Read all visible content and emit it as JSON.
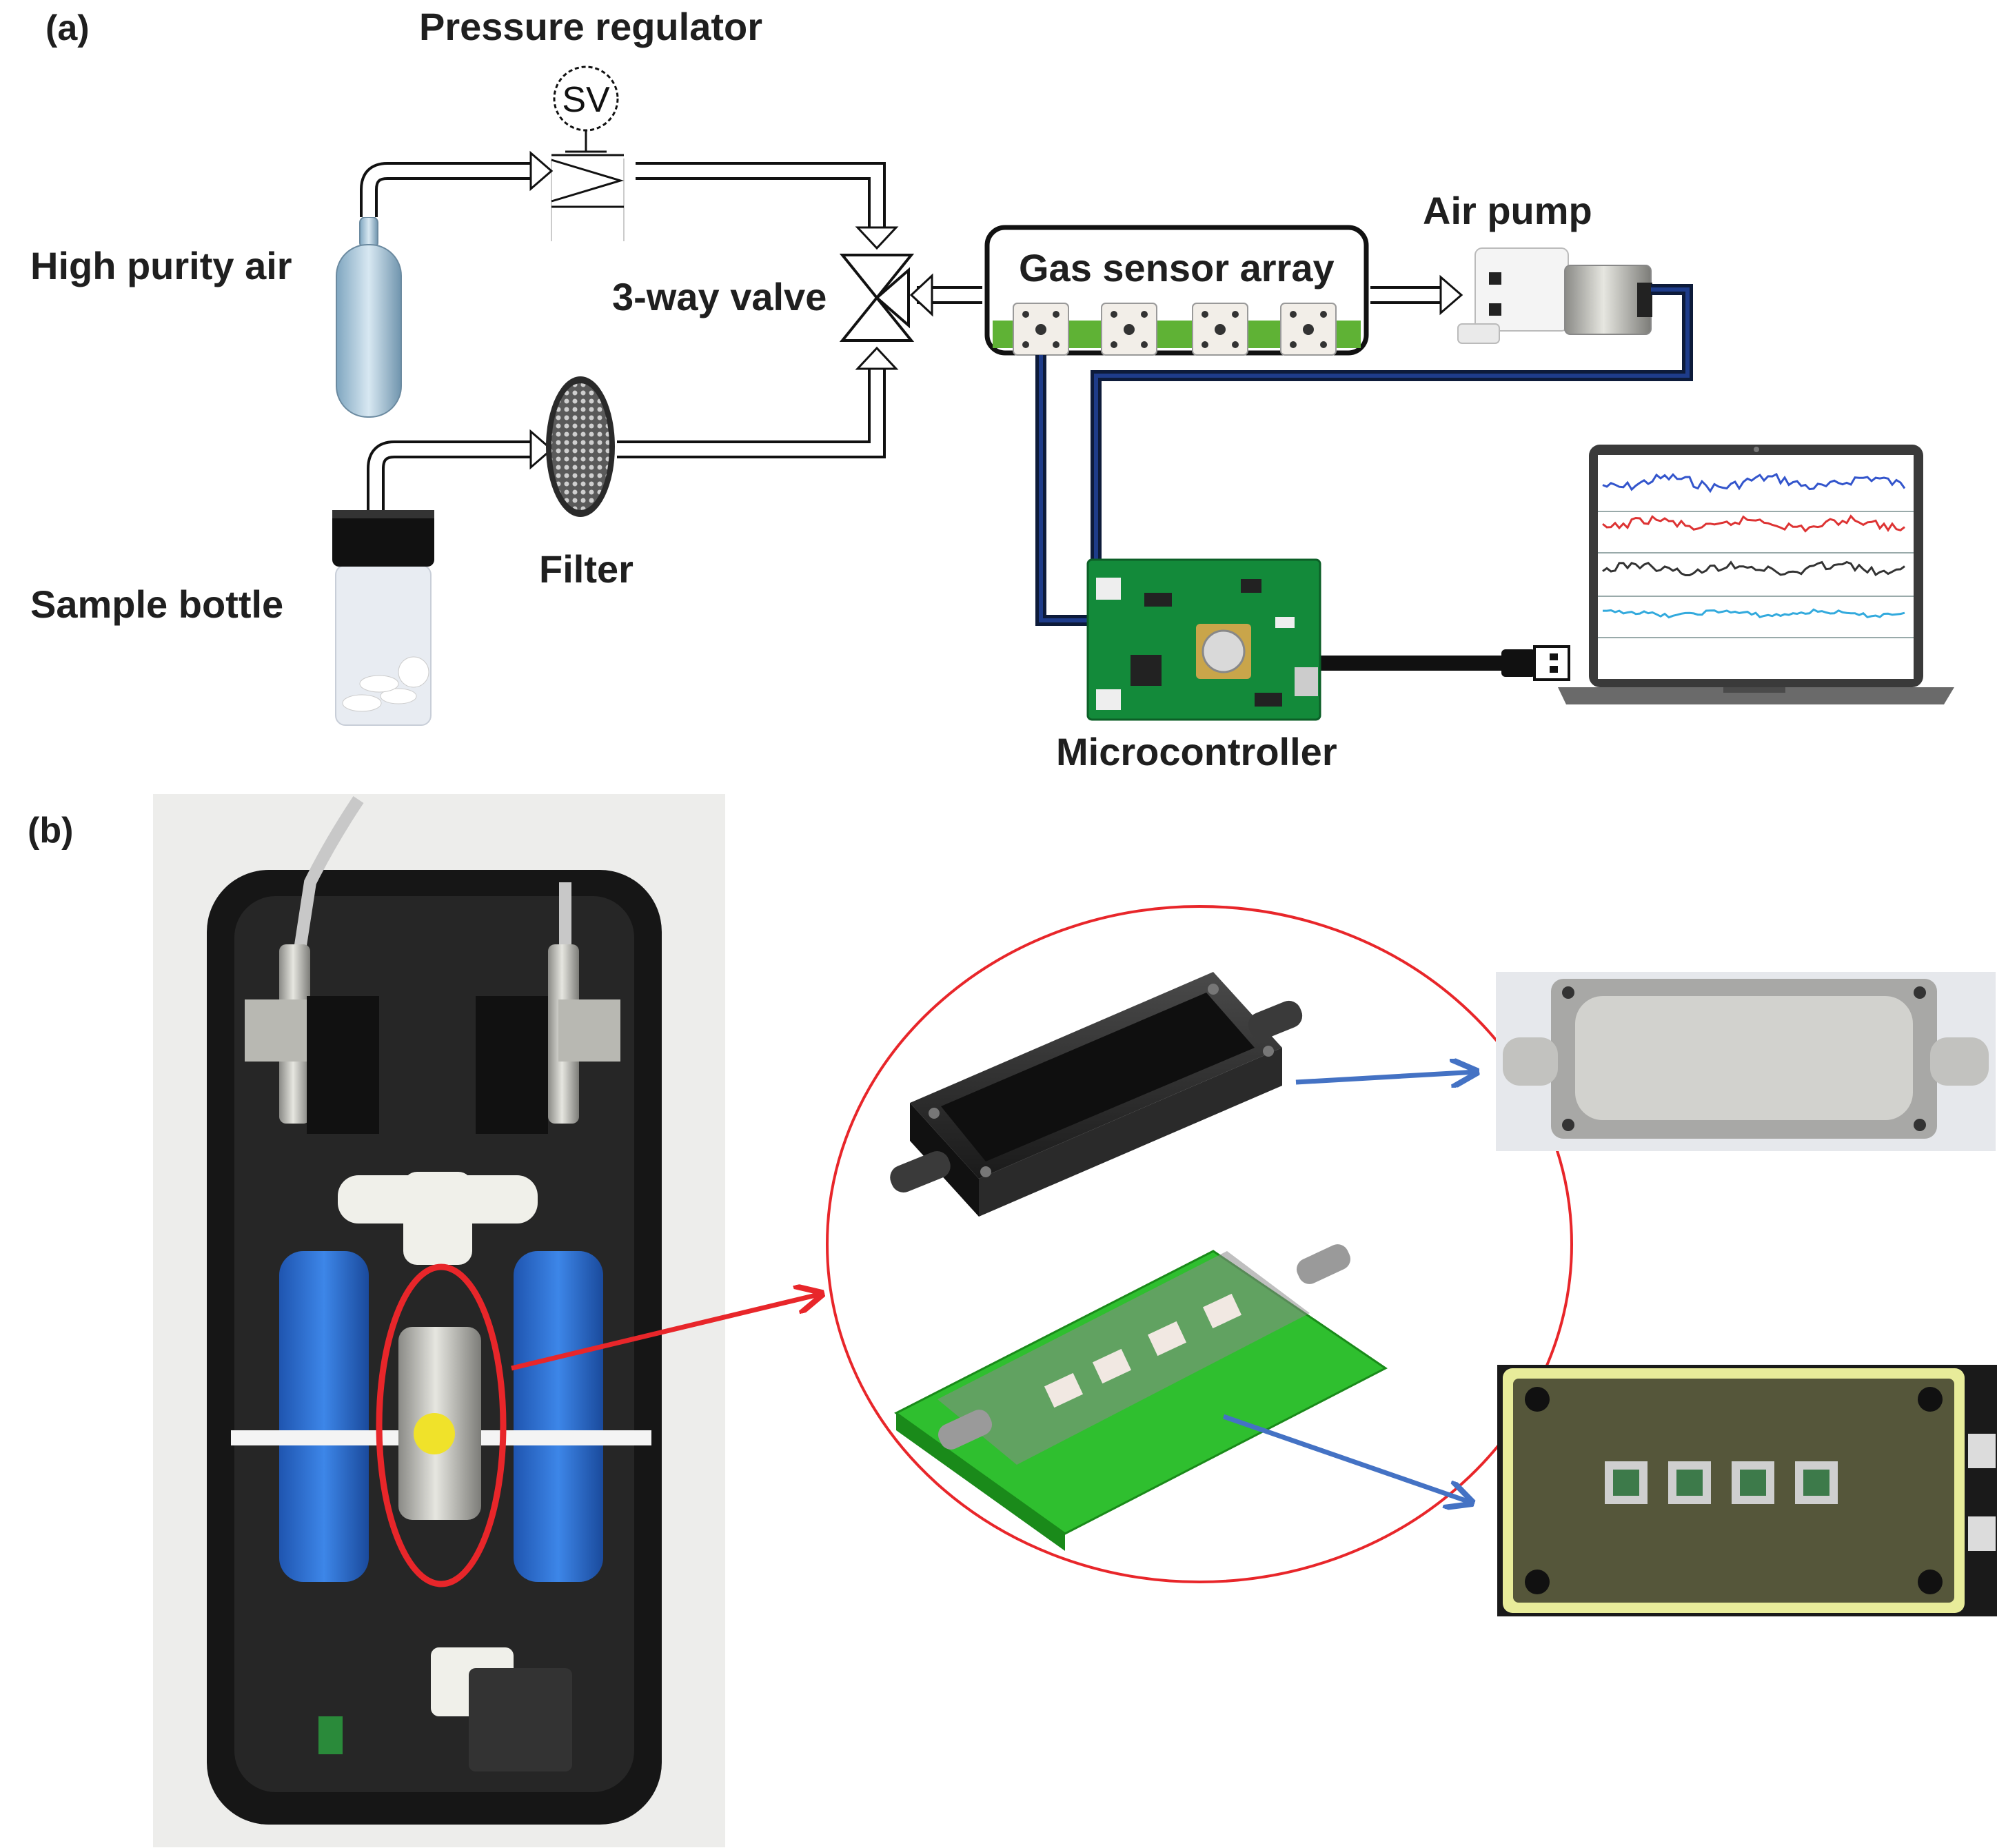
{
  "panel_a": {
    "tag": "(a)",
    "labels": {
      "pressure_regulator": "Pressure regulator",
      "sv": "SV",
      "high_purity_air": "High purity air",
      "three_way_valve": "3-way valve",
      "gas_sensor_array": "Gas sensor array",
      "air_pump": "Air pump",
      "sample_bottle": "Sample bottle",
      "filter": "Filter",
      "microcontroller": "Microcontroller"
    },
    "sensor_count": 4,
    "monitor_trace_colors": [
      "#3355cc",
      "#dd3333",
      "#333333",
      "#33aadd"
    ]
  },
  "panel_b": {
    "tag": "(b)",
    "highlight_color": "#e8262a",
    "pointer_color": "#4472c4",
    "pcb_color": "#2fbf2f"
  }
}
